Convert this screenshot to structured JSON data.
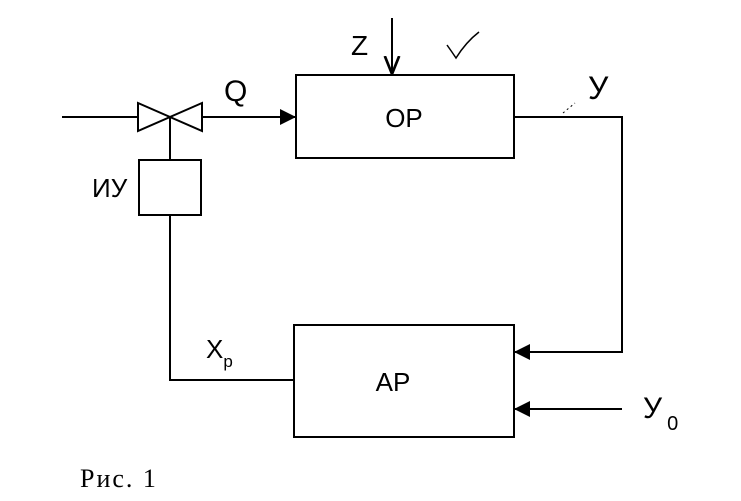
{
  "blocks": {
    "object": "ОР",
    "regulator": "АР",
    "actuator": "ИУ"
  },
  "signals": {
    "disturbance": "Z",
    "flow": "Q",
    "output": "У",
    "control_main": "Х",
    "control_sub": "р",
    "setpoint_main": "У",
    "setpoint_sub": "0"
  },
  "caption": "Рис. 1"
}
